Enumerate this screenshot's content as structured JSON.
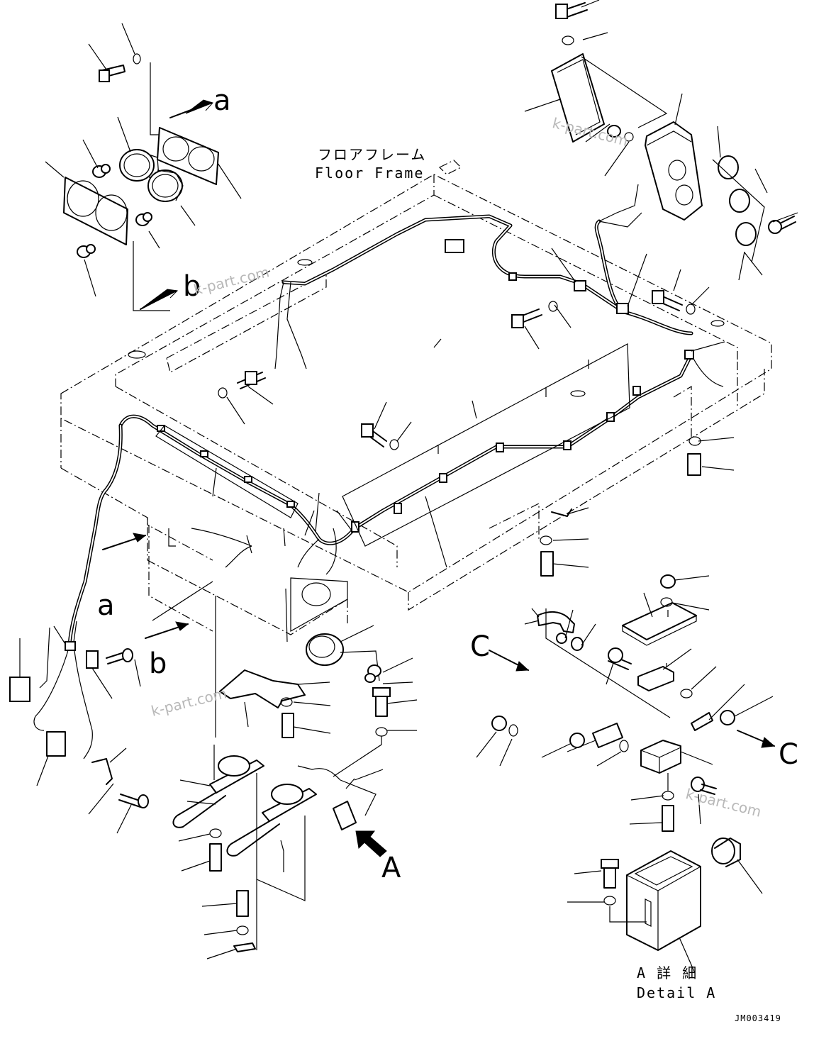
{
  "labels": {
    "floor_frame_jp": "フロアフレーム",
    "floor_frame_en": "Floor Frame",
    "arrow_a_top": "a",
    "arrow_b_top": "b",
    "arrow_a_left": "a",
    "arrow_b_left": "b",
    "arrow_c_left": "C",
    "arrow_c_right": "C",
    "view_a": "A",
    "detail_jp": "A 詳 細",
    "detail_en": "Detail A",
    "drawing_code": "JM003419"
  },
  "watermarks": [
    "k-part.com",
    "k-part.com",
    "k-part.com",
    "k-part.com"
  ],
  "colors": {
    "line": "#000000",
    "background": "#ffffff",
    "watermark": "#b8b8b8"
  }
}
